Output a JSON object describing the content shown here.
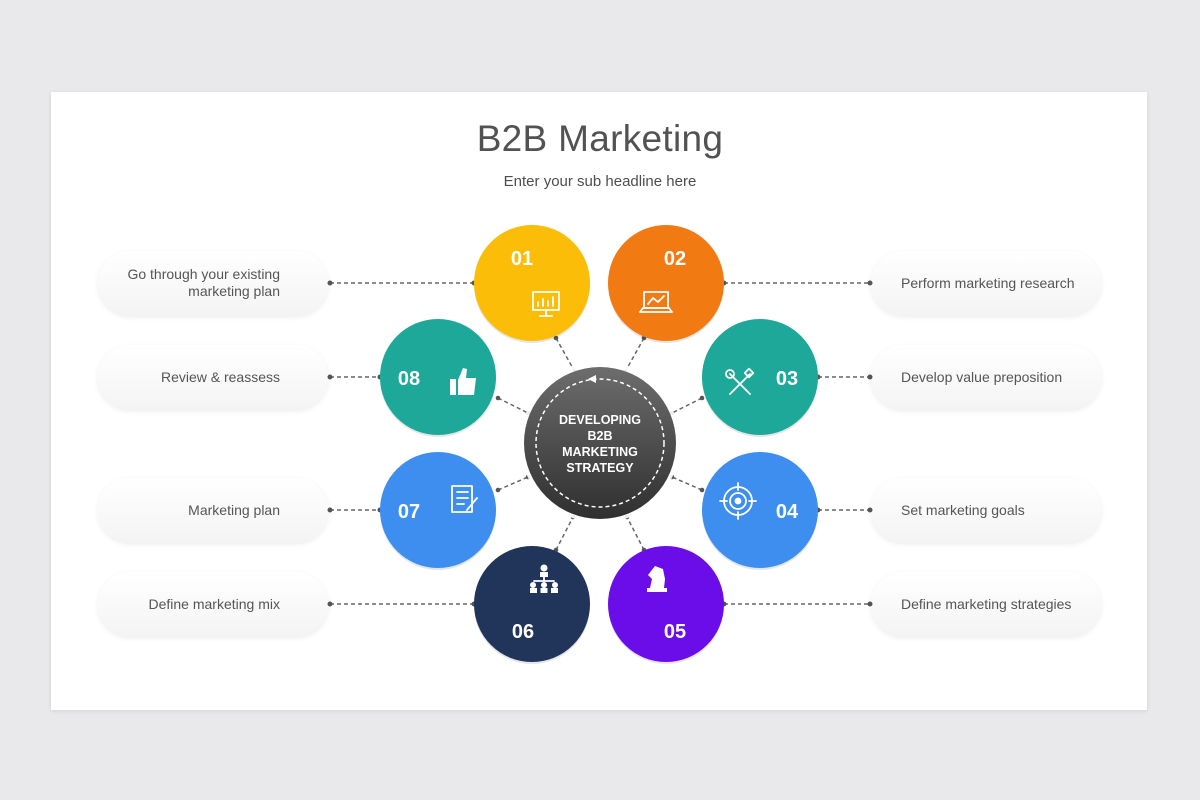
{
  "title": "B2B Marketing",
  "subtitle": "Enter your sub headline here",
  "center": {
    "lines": [
      "DEVELOPING",
      "B2B",
      "MARKETING",
      "STRATEGY"
    ],
    "color": "#4a4a4a"
  },
  "steps": [
    {
      "number": "01",
      "label_lines": [
        "Go through your existing",
        "marketing plan"
      ],
      "color": "#fbbd07",
      "icon": "presentation-chart-icon"
    },
    {
      "number": "02",
      "label_lines": [
        "Perform marketing research"
      ],
      "color": "#f27a12",
      "icon": "laptop-chart-icon"
    },
    {
      "number": "03",
      "label_lines": [
        "Develop value preposition"
      ],
      "color": "#1ea89a",
      "icon": "tools-icon"
    },
    {
      "number": "04",
      "label_lines": [
        "Set marketing goals"
      ],
      "color": "#3e8ef0",
      "icon": "target-icon"
    },
    {
      "number": "05",
      "label_lines": [
        "Define marketing strategies"
      ],
      "color": "#6b0de8",
      "icon": "chess-knight-icon"
    },
    {
      "number": "06",
      "label_lines": [
        "Define marketing mix"
      ],
      "color": "#21345a",
      "icon": "hierarchy-icon"
    },
    {
      "number": "07",
      "label_lines": [
        "Marketing plan"
      ],
      "color": "#3e8ef0",
      "icon": "checklist-icon"
    },
    {
      "number": "08",
      "label_lines": [
        "Review & reassess"
      ],
      "color": "#1ea89a",
      "icon": "thumbs-up-icon"
    }
  ]
}
